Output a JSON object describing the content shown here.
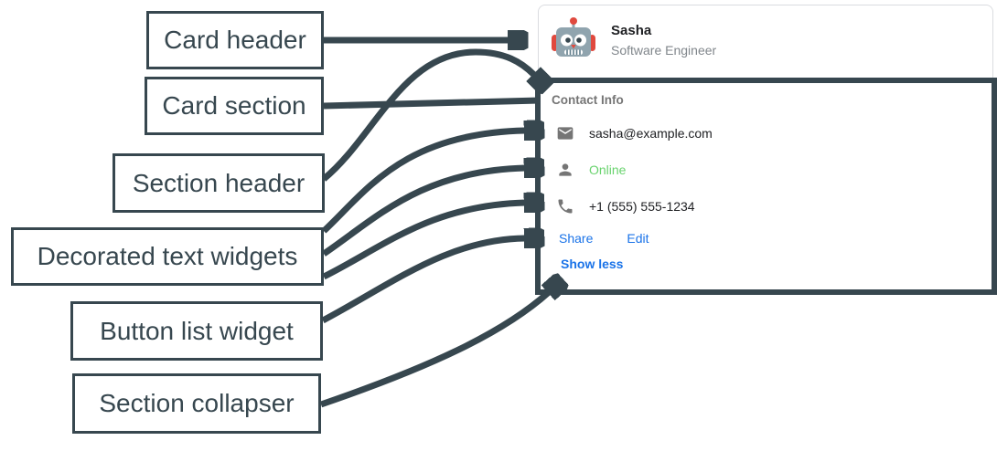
{
  "diagram": {
    "labels": [
      {
        "id": "card-header",
        "text": "Card header"
      },
      {
        "id": "card-section",
        "text": "Card section"
      },
      {
        "id": "section-header",
        "text": "Section header"
      },
      {
        "id": "decorated-text-widgets",
        "text": "Decorated text widgets"
      },
      {
        "id": "button-list-widget",
        "text": "Button list widget"
      },
      {
        "id": "section-collapser",
        "text": "Section collapser"
      }
    ]
  },
  "card": {
    "header": {
      "avatar_icon": "robot-avatar-icon",
      "title": "Sasha",
      "subtitle": "Software Engineer"
    },
    "section": {
      "header": "Contact Info",
      "widgets": [
        {
          "icon": "email-icon",
          "text": "sasha@example.com"
        },
        {
          "icon": "person-icon",
          "text": "Online"
        },
        {
          "icon": "phone-icon",
          "text": "+1 (555) 555-1234"
        }
      ],
      "buttons": [
        {
          "label": "Share"
        },
        {
          "label": "Edit"
        }
      ],
      "collapser_label": "Show less"
    }
  },
  "colors": {
    "annotation": "#37474f",
    "link_blue": "#1a73e8",
    "online_green": "#69d36e",
    "icon_gray": "#757575",
    "subtitle_gray": "#80868b",
    "card_border": "#dadce0"
  }
}
